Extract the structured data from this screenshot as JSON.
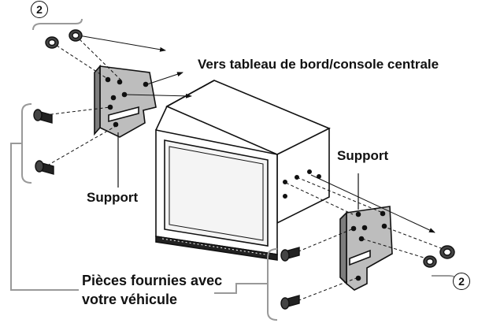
{
  "labels": {
    "dashboard": "Vers tableau de bord/console centrale",
    "support_right": "Support",
    "support_left": "Support",
    "parts_line1": "Pièces fournies avec",
    "parts_line2": "votre véhicule",
    "callout_top": "2",
    "callout_bottom": "2"
  },
  "icons": [
    "screw-icon",
    "bracket",
    "head-unit",
    "arrow-icon"
  ],
  "colors": {
    "line": "#111111",
    "bracket_gray": "#9a9a9a",
    "background": "#ffffff"
  }
}
